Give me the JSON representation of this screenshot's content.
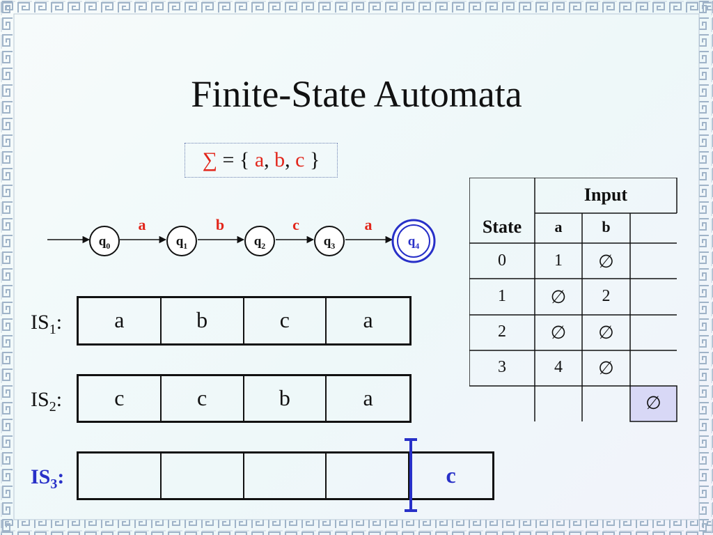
{
  "slide": {
    "title": "Finite-State Automata",
    "alphabet": {
      "sigma_symbol": "∑",
      "equals": "= {",
      "symbols": [
        "a",
        "b",
        "c"
      ],
      "sep1": ",",
      "sep2": ",",
      "close": "}"
    }
  },
  "automaton": {
    "states": [
      {
        "base": "q",
        "sub": "0"
      },
      {
        "base": "q",
        "sub": "1"
      },
      {
        "base": "q",
        "sub": "2"
      },
      {
        "base": "q",
        "sub": "3"
      },
      {
        "base": "q",
        "sub": "4"
      }
    ],
    "transitions": [
      "a",
      "b",
      "c",
      "a"
    ],
    "accept_state_index": 4
  },
  "input_strings": [
    {
      "label": "IS",
      "sub": "1",
      "colon": ":",
      "cells": [
        "a",
        "b",
        "c",
        "a"
      ]
    },
    {
      "label": "IS",
      "sub": "2",
      "colon": ":",
      "cells": [
        "c",
        "c",
        "b",
        "a"
      ]
    },
    {
      "label": "IS",
      "sub": "3",
      "colon": ":",
      "cells": [
        "",
        "",
        "",
        "",
        "c"
      ]
    }
  ],
  "table": {
    "input_header": "Input",
    "state_header": "State",
    "columns": [
      "a",
      "b"
    ],
    "rows": [
      {
        "state": "0",
        "a": "1",
        "b": "∅"
      },
      {
        "state": "1",
        "a": "∅",
        "b": "2"
      },
      {
        "state": "2",
        "a": "∅",
        "b": "∅"
      },
      {
        "state": "3",
        "a": "4",
        "b": "∅"
      },
      {
        "state": "",
        "a": "",
        "b": "",
        "extra": "∅"
      }
    ]
  },
  "colors": {
    "accent_red": "#e2261b",
    "accent_green": "#2c7a2c",
    "accent_blue": "#2830c8",
    "highlight_fill": "#d8d8f6"
  }
}
